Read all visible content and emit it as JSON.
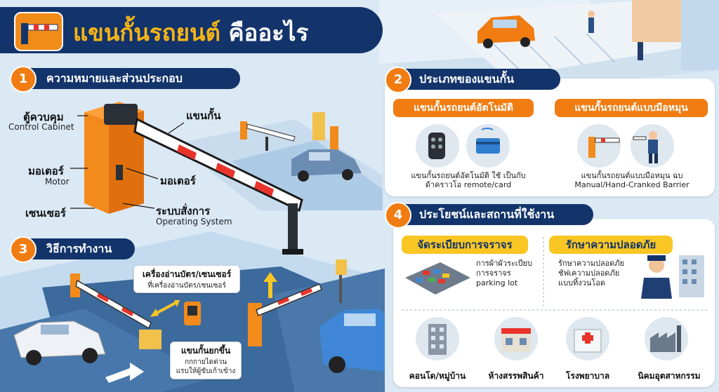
{
  "title": {
    "part1": "แขนกั้นรถยนต์",
    "part2": "คืออะไร"
  },
  "sections": {
    "s1": {
      "num": "1",
      "label": "ความหมายและส่วนประกอบ"
    },
    "s2": {
      "num": "2",
      "label": "ประเภทของแขนกั้น"
    },
    "s3": {
      "num": "3",
      "label": "วิธีการทำงาน"
    },
    "s4": {
      "num": "4",
      "label": "ประโยชน์และสถานที่ใช้งาน"
    }
  },
  "parts": {
    "cabinet_th": "ตู้ควบคุม",
    "cabinet_en": "Control Cabinet",
    "motor_th": "มอเตอร์",
    "motor_en": "Motor",
    "sensor_th": "เซนเซอร์",
    "arm_th": "แขนกั้น",
    "motor2_th": "มอเตอร์",
    "opsys_th": "ระบบสั่งการ",
    "opsys_en": "Operating System"
  },
  "types": {
    "auto_title": "แขนกั้นรถยนต์อัตโนมัติ",
    "auto_desc1": "แขนกั้นรถยนต์อัตโนมัติ ใช้ เป็นกับ",
    "auto_desc2": "ด้าคราวโอ remote/card",
    "manual_title": "แขนกั้นรถยนต์แบบมือหมุน",
    "manual_desc1": "แขนกั้นรถยนต์แบบมือหมุน ฉบ",
    "manual_desc2": "Manual/Hand-Cranked Barrier"
  },
  "howto": {
    "reader_title": "เครื่องอ่านบัตร/เซนเซอร์",
    "reader_sub": "ที่เครื่องอ่านบัตร/เซนเซอร์",
    "lift_title": "แขนกั้นยกขึ้น",
    "lift_sub1": "กกกายไดต่วน",
    "lift_sub2": "แรบให้ผู้ขับเก้าเข้าง"
  },
  "benefits": {
    "order_title": "จัดระเบียบการจราจร",
    "order_desc1": "การผ้าผัวระเบียบ",
    "order_desc2": "การจราจร",
    "order_desc3": "parking lot",
    "safety_title": "รักษาความปลอดภัย",
    "safety_desc1": "รักษาความปลอดภัย",
    "safety_desc2": "ชัฟเความปลอดภัย",
    "safety_desc3": "แบบทิ้งวนโอด"
  },
  "places": [
    "คอนโด/หมู่บ้าน",
    "ห้างสรรพสินค้า",
    "โรงพยาบาล",
    "นิคมอุตสาหกรรม"
  ],
  "colors": {
    "navy": "#13346b",
    "orange": "#f07c12",
    "yellow": "#f9c623",
    "sky": "#dbe9f5"
  }
}
